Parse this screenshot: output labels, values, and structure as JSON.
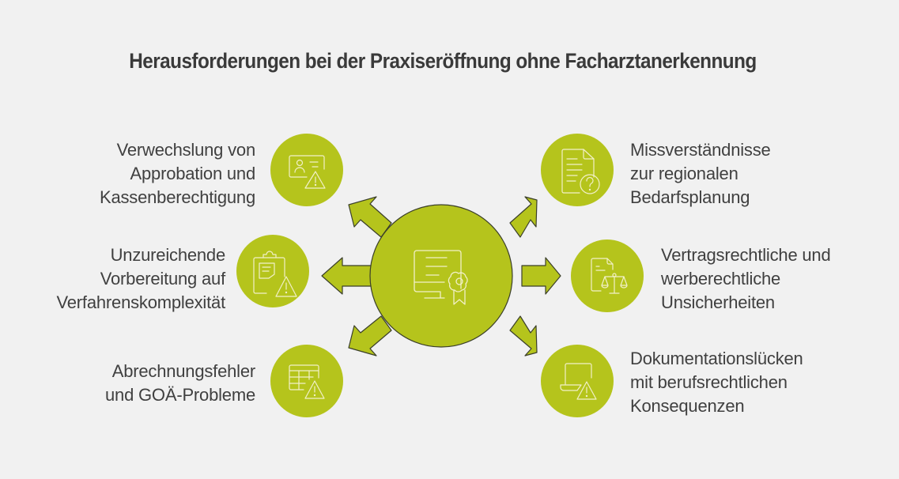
{
  "title": "Herausforderungen bei der Praxiseröffnung ohne Facharztanerkennung",
  "colors": {
    "background": "#f1f1f1",
    "node_fill": "#b5c41c",
    "icon_stroke": "#f2f0c8",
    "outline": "#3b3f2a",
    "text": "#404040"
  },
  "center": {
    "icon": "certificate-monitor-icon"
  },
  "items": [
    {
      "side": "left",
      "icon": "id-card-warning-icon",
      "lines": [
        "Verwechslung von",
        "Approbation und",
        "Kassenberechtigung"
      ]
    },
    {
      "side": "left",
      "icon": "clipboard-warning-icon",
      "lines": [
        "Unzureichende",
        "Vorbereitung auf",
        "Verfahrenskomplexität"
      ]
    },
    {
      "side": "left",
      "icon": "spreadsheet-warning-icon",
      "lines": [
        "Abrechnungsfehler",
        "und GOÄ-Probleme"
      ]
    },
    {
      "side": "right",
      "icon": "document-question-icon",
      "lines": [
        "Missverständnisse",
        "zur regionalen",
        "Bedarfsplanung"
      ]
    },
    {
      "side": "right",
      "icon": "document-scales-icon",
      "lines": [
        "Vertragsrechtliche und",
        "werberechtliche",
        "Unsicherheiten"
      ]
    },
    {
      "side": "right",
      "icon": "laptop-warning-icon",
      "lines": [
        "Dokumentationslücken",
        "mit berufsrechtlichen",
        "Konsequenzen"
      ]
    }
  ]
}
